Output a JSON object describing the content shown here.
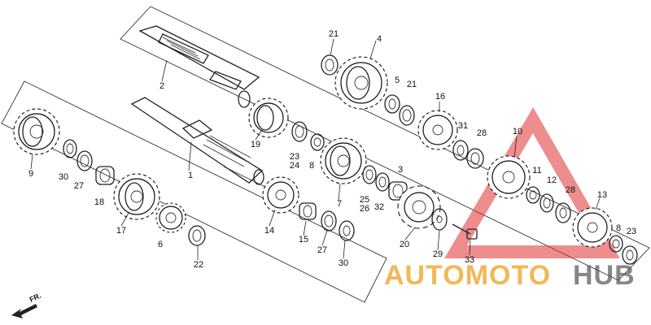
{
  "diagram": {
    "labels": {
      "l1": "1",
      "l2": "2",
      "l3": "3",
      "l4": "4",
      "l5": "5",
      "l6": "6",
      "l7": "7",
      "l8a": "8",
      "l8b": "8",
      "l9": "9",
      "l10": "10",
      "l11": "11",
      "l12": "12",
      "l13": "13",
      "l14": "14",
      "l15": "15",
      "l16": "16",
      "l17": "17",
      "l18": "18",
      "l19": "19",
      "l20": "20",
      "l21a": "21",
      "l21b": "21",
      "l22": "22",
      "l23a": "23",
      "l23b": "23",
      "l24": "24",
      "l25": "25",
      "l26": "26",
      "l27a": "27",
      "l27b": "27",
      "l28a": "28",
      "l28b": "28",
      "l29": "29",
      "l30a": "30",
      "l30b": "30",
      "l31": "31",
      "l32": "32",
      "l33": "33"
    },
    "direction_indicator": "FR.",
    "watermark": {
      "part1": "AUTOMOTO",
      "part2": "HUB",
      "colors": {
        "triangle": "#e03030",
        "auto": "#f0a020",
        "hub": "#555555"
      }
    }
  }
}
